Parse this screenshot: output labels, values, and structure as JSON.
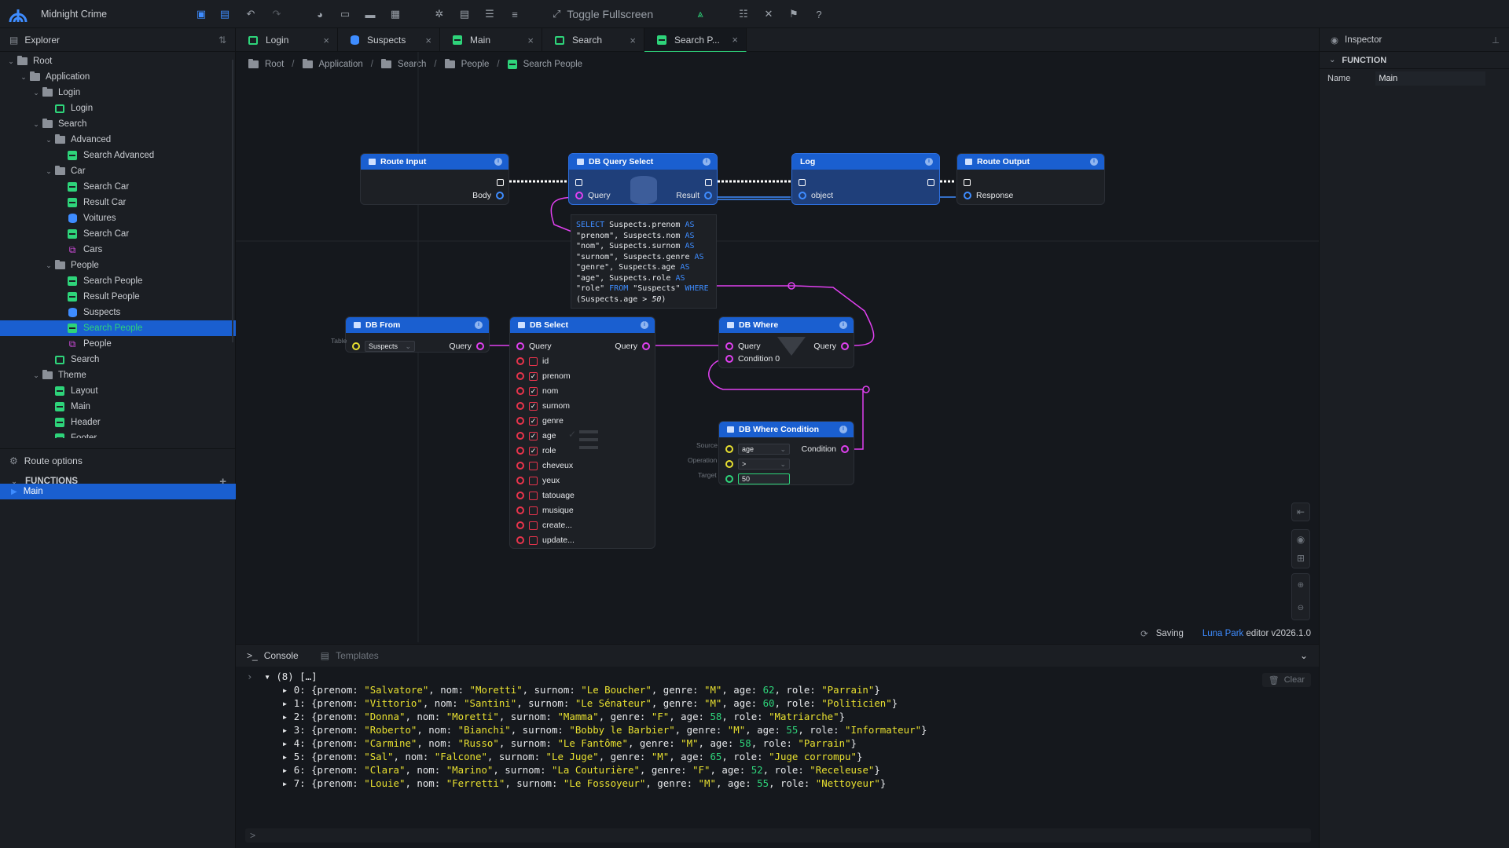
{
  "app": {
    "title": "Midnight Crime",
    "toggle_fullscreen": "Toggle Fullscreen",
    "icons": [
      "save-icon",
      "save-all-icon",
      "undo-icon",
      "redo-icon",
      "palette-icon",
      "monitor-icon",
      "window-icon",
      "grid-icon",
      "gear-icon",
      "table-icon",
      "server-icon",
      "database-icon",
      "fullscreen-icon",
      "luna-icon",
      "list-icon",
      "tools-icon",
      "flag-icon",
      "help-icon"
    ],
    "accent_blue": "#1a5fd0",
    "accent_green": "#2ed47a"
  },
  "explorer": {
    "title": "Explorer",
    "tree": [
      {
        "label": "Root",
        "icon": "folder",
        "depth": 0,
        "expanded": true
      },
      {
        "label": "Application",
        "icon": "folder",
        "depth": 1,
        "expanded": true
      },
      {
        "label": "Login",
        "icon": "folder",
        "depth": 2,
        "expanded": true
      },
      {
        "label": "Login",
        "icon": "route",
        "depth": 3
      },
      {
        "label": "Search",
        "icon": "folder",
        "depth": 2,
        "expanded": true
      },
      {
        "label": "Advanced",
        "icon": "folder",
        "depth": 3,
        "expanded": true
      },
      {
        "label": "Search Advanced",
        "icon": "route-fill",
        "depth": 4
      },
      {
        "label": "Car",
        "icon": "folder",
        "depth": 3,
        "expanded": true
      },
      {
        "label": "Search Car",
        "icon": "route-fill",
        "depth": 4
      },
      {
        "label": "Result Car",
        "icon": "route-fill",
        "depth": 4
      },
      {
        "label": "Voitures",
        "icon": "db",
        "depth": 4
      },
      {
        "label": "Search Car",
        "icon": "route-fill",
        "depth": 4
      },
      {
        "label": "Cars",
        "icon": "model",
        "depth": 4
      },
      {
        "label": "People",
        "icon": "folder",
        "depth": 3,
        "expanded": true
      },
      {
        "label": "Search People",
        "icon": "route-fill",
        "depth": 4
      },
      {
        "label": "Result People",
        "icon": "route-fill",
        "depth": 4
      },
      {
        "label": "Suspects",
        "icon": "db",
        "depth": 4
      },
      {
        "label": "Search People",
        "icon": "route-fill",
        "depth": 4,
        "selected": true
      },
      {
        "label": "People",
        "icon": "model",
        "depth": 4
      },
      {
        "label": "Search",
        "icon": "route",
        "depth": 3
      },
      {
        "label": "Theme",
        "icon": "folder",
        "depth": 2,
        "expanded": true
      },
      {
        "label": "Layout",
        "icon": "route-fill",
        "depth": 3
      },
      {
        "label": "Main",
        "icon": "route-fill",
        "depth": 3
      },
      {
        "label": "Header",
        "icon": "route-fill",
        "depth": 3
      },
      {
        "label": "Footer",
        "icon": "route-fill",
        "depth": 3
      }
    ],
    "route_options": "Route options",
    "functions_title": "FUNCTIONS",
    "functions": [
      "Main"
    ]
  },
  "tabs": [
    {
      "label": "Login",
      "icon": "route"
    },
    {
      "label": "Suspects",
      "icon": "db"
    },
    {
      "label": "Main",
      "icon": "route-fill"
    },
    {
      "label": "Search",
      "icon": "route"
    },
    {
      "label": "Search P...",
      "icon": "route-fill",
      "active": true
    }
  ],
  "breadcrumb": [
    "Root",
    "Application",
    "Search",
    "People",
    "Search People"
  ],
  "nodes": {
    "route_input": {
      "title": "Route Input",
      "out_body": "Body"
    },
    "db_query_select": {
      "title": "DB Query Select",
      "in_query": "Query",
      "out_result": "Result"
    },
    "log": {
      "title": "Log",
      "in_object": "object"
    },
    "route_output": {
      "title": "Route Output",
      "in_response": "Response"
    },
    "db_from": {
      "title": "DB From",
      "table_label": "Table",
      "table_value": "Suspects",
      "out_query": "Query"
    },
    "db_select": {
      "title": "DB Select",
      "in_query": "Query",
      "out_query": "Query",
      "fields": [
        {
          "name": "id",
          "checked": false
        },
        {
          "name": "prenom",
          "checked": true
        },
        {
          "name": "nom",
          "checked": true
        },
        {
          "name": "surnom",
          "checked": true
        },
        {
          "name": "genre",
          "checked": true
        },
        {
          "name": "age",
          "checked": true
        },
        {
          "name": "role",
          "checked": true
        },
        {
          "name": "cheveux",
          "checked": false
        },
        {
          "name": "yeux",
          "checked": false
        },
        {
          "name": "tatouage",
          "checked": false
        },
        {
          "name": "musique",
          "checked": false
        },
        {
          "name": "create...",
          "checked": false
        },
        {
          "name": "update...",
          "checked": false
        }
      ]
    },
    "db_where": {
      "title": "DB Where",
      "in_query": "Query",
      "out_query": "Query",
      "in_condition": "Condition 0"
    },
    "db_where_condition": {
      "title": "DB Where Condition",
      "source_label": "Source",
      "source_value": "age",
      "operation_label": "Operation",
      "operation_value": ">",
      "target_label": "Target",
      "target_value": "50",
      "out_condition": "Condition"
    }
  },
  "sql_preview": [
    [
      [
        "kw",
        "SELECT"
      ],
      [
        "t",
        " Suspects.prenom "
      ],
      [
        "kw",
        "AS"
      ]
    ],
    [
      [
        "t",
        "\"prenom\", Suspects.nom "
      ],
      [
        "kw",
        "AS"
      ]
    ],
    [
      [
        "t",
        "\"nom\", Suspects.surnom "
      ],
      [
        "kw",
        "AS"
      ]
    ],
    [
      [
        "t",
        "\"surnom\", Suspects.genre "
      ],
      [
        "kw",
        "AS"
      ]
    ],
    [
      [
        "t",
        "\"genre\", Suspects.age "
      ],
      [
        "kw",
        "AS"
      ]
    ],
    [
      [
        "t",
        "\"age\", Suspects.role "
      ],
      [
        "kw",
        "AS"
      ]
    ],
    [
      [
        "t",
        "\"role\" "
      ],
      [
        "kw",
        "FROM"
      ],
      [
        "t",
        " \"Suspects\" "
      ],
      [
        "kw",
        "WHERE"
      ]
    ],
    [
      [
        "t",
        "(Suspects.age > "
      ],
      [
        "num",
        "50"
      ],
      [
        "t",
        ")"
      ]
    ]
  ],
  "status": {
    "saving": "Saving",
    "brand": "Luna Park",
    "version": "editor v2026.1.0"
  },
  "console": {
    "tab_console": "Console",
    "tab_templates": "Templates",
    "clear": "Clear",
    "summary": "(8) […]",
    "rows": [
      {
        "prenom": "Salvatore",
        "nom": "Moretti",
        "surnom": "Le Boucher",
        "genre": "M",
        "age": 62,
        "role": "Parrain"
      },
      {
        "prenom": "Vittorio",
        "nom": "Santini",
        "surnom": "Le Sénateur",
        "genre": "M",
        "age": 60,
        "role": "Politicien"
      },
      {
        "prenom": "Donna",
        "nom": "Moretti",
        "surnom": "Mamma",
        "genre": "F",
        "age": 58,
        "role": "Matriarche"
      },
      {
        "prenom": "Roberto",
        "nom": "Bianchi",
        "surnom": "Bobby le Barbier",
        "genre": "M",
        "age": 55,
        "role": "Informateur"
      },
      {
        "prenom": "Carmine",
        "nom": "Russo",
        "surnom": "Le Fantôme",
        "genre": "M",
        "age": 58,
        "role": "Parrain"
      },
      {
        "prenom": "Sal",
        "nom": "Falcone",
        "surnom": "Le Juge",
        "genre": "M",
        "age": 65,
        "role": "Juge corrompu"
      },
      {
        "prenom": "Clara",
        "nom": "Marino",
        "surnom": "La Couturière",
        "genre": "F",
        "age": 52,
        "role": "Receleuse"
      },
      {
        "prenom": "Louie",
        "nom": "Ferretti",
        "surnom": "Le Fossoyeur",
        "genre": "M",
        "age": 55,
        "role": "Nettoyeur"
      }
    ]
  },
  "inspector": {
    "title": "Inspector",
    "section": "FUNCTION",
    "name_label": "Name",
    "name_value": "Main"
  }
}
